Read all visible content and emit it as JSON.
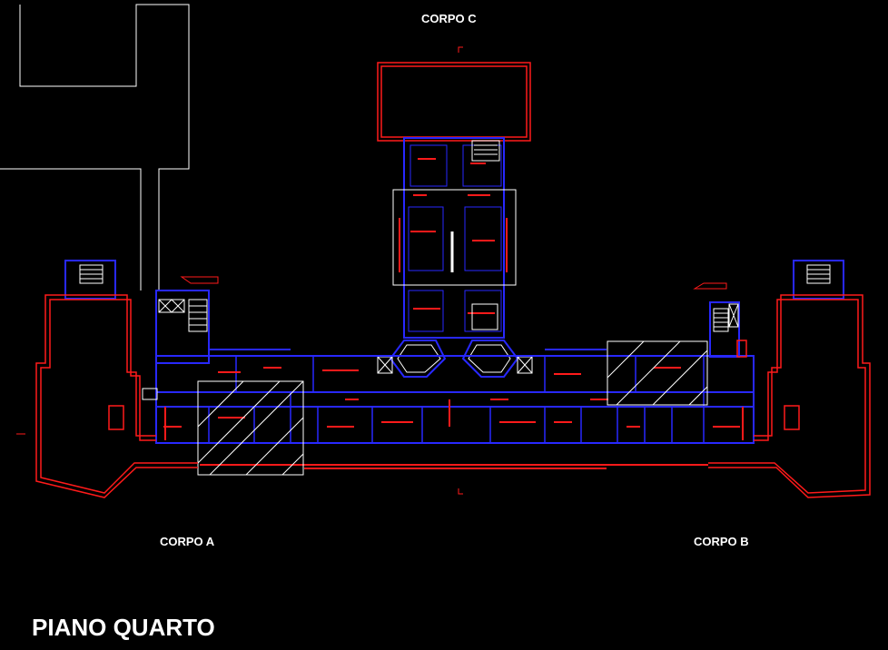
{
  "labels": {
    "corpo_c": "CORPO C",
    "corpo_a": "CORPO A",
    "corpo_b": "CORPO B"
  },
  "title": "PIANO QUARTO",
  "colors": {
    "background": "#000000",
    "outline_white": "#ffffff",
    "wall_blue": "#2828ff",
    "detail_red": "#ff1a1a",
    "text": "#ffffff"
  }
}
